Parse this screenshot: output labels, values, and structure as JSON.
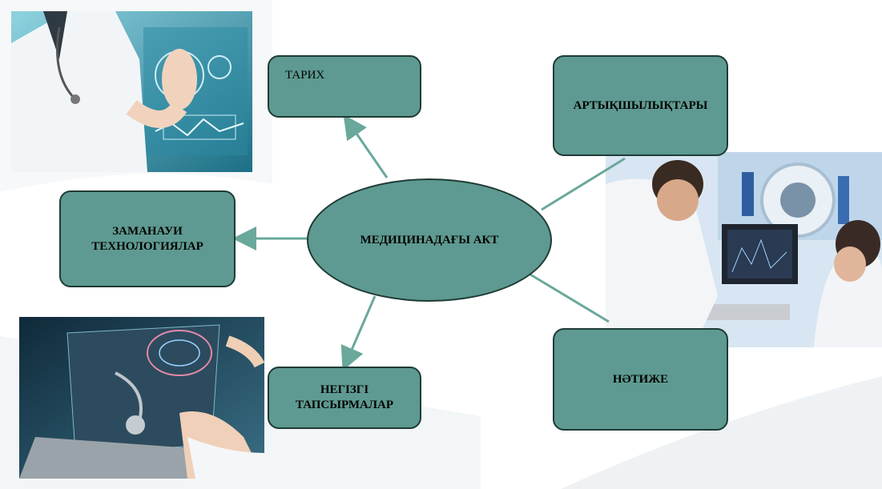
{
  "center": {
    "label": "МЕДИЦИНАДАҒЫ  АКТ"
  },
  "nodes": {
    "tarih": "ТАРИХ",
    "artyk": "АРТЫҚШЫЛЫҚТАРЫ",
    "zamanaui": "ЗАМАНАУИ\nТЕХНОЛОГИЯЛАР",
    "negizgi": "НЕГІЗГІ\nТАПСЫРМАЛАР",
    "natizhe": "НӘТИЖЕ"
  },
  "colors": {
    "node_fill": "#5e9a91",
    "node_border": "#1f3b36",
    "connector": "#6aa89c"
  }
}
